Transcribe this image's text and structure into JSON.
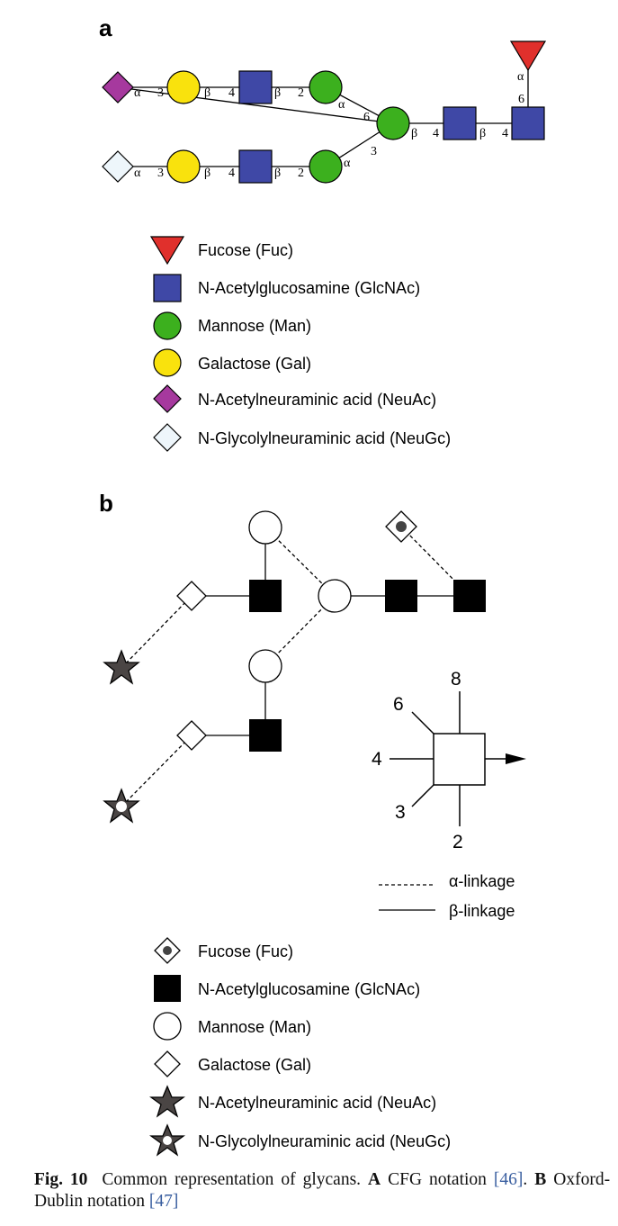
{
  "panel_a": {
    "label": "a",
    "link_alpha": "α",
    "link_beta": "β",
    "pos_2": "2",
    "pos_3": "3",
    "pos_4": "4",
    "pos_6": "6",
    "legend": [
      "Fucose (Fuc)",
      "N-Acetylglucosamine (GlcNAc)",
      "Mannose (Man)",
      "Galactose (Gal)",
      "N-Acetylneuraminic acid (NeuAc)",
      "N-Glycolylneuraminic acid (NeuGc)"
    ]
  },
  "panel_b": {
    "label": "b",
    "positions": [
      "8",
      "6",
      "4",
      "3",
      "2"
    ],
    "linkage_legend": [
      "α-linkage",
      "β-linkage"
    ],
    "legend": [
      "Fucose (Fuc)",
      "N-Acetylglucosamine (GlcNAc)",
      "Mannose (Man)",
      "Galactose (Gal)",
      "N-Acetylneuraminic acid (NeuAc)",
      "N-Glycolylneuraminic acid (NeuGc)"
    ]
  },
  "caption": {
    "fig_label": "Fig. 10",
    "text_1": "Common representation of glycans.",
    "a_label": "A",
    "text_2": "CFG notation",
    "ref_1": "[46]",
    "text_3": ".",
    "b_label": "B",
    "text_4": "Oxford-Dublin notation",
    "ref_2": "[47]"
  },
  "colors": {
    "fucose_red": "#e0302c",
    "glcnac_blue": "#3f48a6",
    "mannose_green": "#3cb01e",
    "galactose_yellow": "#f9e20d",
    "neuac_purple": "#a6399e",
    "neugc_white": "#eef6fb",
    "star_dark": "#4a4544"
  },
  "icons": [
    "triangle-icon",
    "square-icon",
    "circle-icon",
    "diamond-icon",
    "star-icon"
  ]
}
